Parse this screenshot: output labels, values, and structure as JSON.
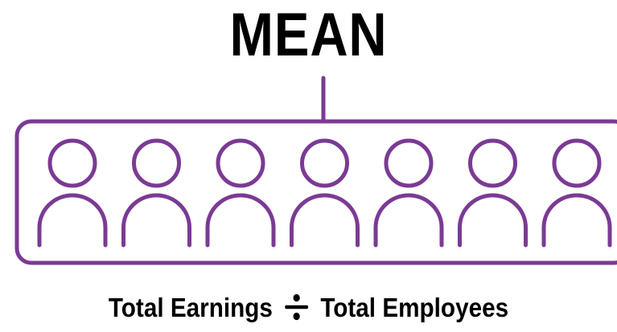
{
  "title": "MEAN",
  "diagram": {
    "people_count": 7,
    "accent_color": "#7b3a94",
    "icons": [
      "person-icon"
    ]
  },
  "formula": {
    "left": "Total Earnings",
    "operator_icon": "divide-icon",
    "right": "Total Employees"
  }
}
